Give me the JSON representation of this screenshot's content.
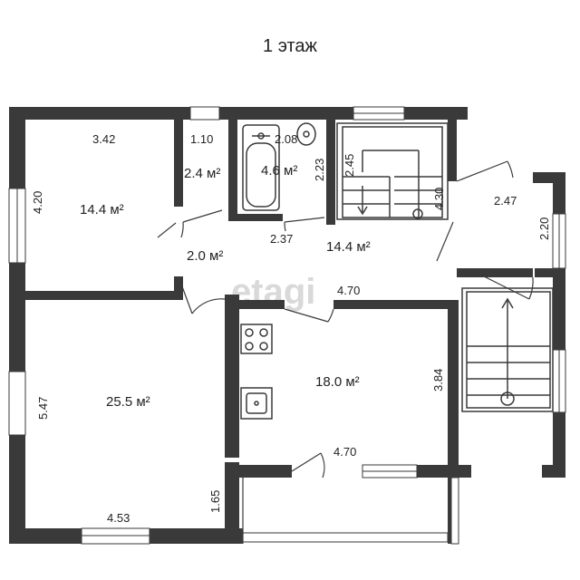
{
  "floor_title": "1 этаж",
  "watermark": "etagi",
  "rooms": {
    "bedroom_area": "14.4 м²",
    "bedroom_top": "3.42",
    "bedroom_side": "4.20",
    "toilet_top": "1.10",
    "toilet_area": "2.4 м²",
    "bath_top": "2.08",
    "bath_area": "4.6 м²",
    "bath_side": "2.23",
    "stair_left": "2.45",
    "stair_right": "4.30",
    "entry_dim": "2.47",
    "entry_side": "2.20",
    "vestibule_area": "2.0 м²",
    "hall_dim_a": "2.37",
    "hall_area": "14.4 м²",
    "hall_dim_b": "4.70",
    "living_area": "25.5 м²",
    "living_side": "5.47",
    "living_bottom": "4.53",
    "living_corner": "1.65",
    "kitchen_area": "18.0 м²",
    "kitchen_side": "3.84",
    "kitchen_bottom": "4.70"
  }
}
